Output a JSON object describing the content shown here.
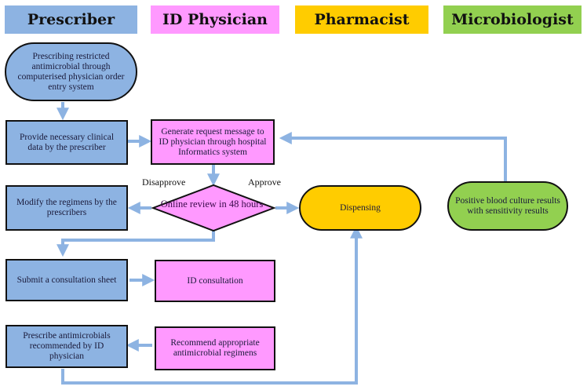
{
  "lanes": [
    {
      "label": "Prescriber",
      "color": "#8db3e2"
    },
    {
      "label": "ID Physician",
      "color": "#ff99ff"
    },
    {
      "label": "Pharmacist",
      "color": "#ffcc00"
    },
    {
      "label": "Microbiologist",
      "color": "#92d050"
    }
  ],
  "nodes": {
    "start": "Prescribing restricted antimicrobial through computerised physician order entry system",
    "clinical_data": "Provide necessary clinical data by the prescriber",
    "generate_request": "Generate request message to ID physician through hospital Informatics system",
    "online_review": "Online review in 48 hours",
    "modify_regimens": "Modify the regimens by the prescribers",
    "dispensing": "Dispensing",
    "blood_culture": "Positive blood culture results with sensitivity results",
    "submit_sheet": "Submit a consultation sheet",
    "id_consultation": "ID consultation",
    "prescribe_recommended": "Prescribe antimicrobials recommended by ID physician",
    "recommend_regimens": "Recommend appropriate antimicrobial regimens"
  },
  "edge_labels": {
    "disapprove": "Disapprove",
    "approve": "Approve"
  },
  "colors": {
    "arrow": "#8db3e2",
    "border": "#111111"
  }
}
